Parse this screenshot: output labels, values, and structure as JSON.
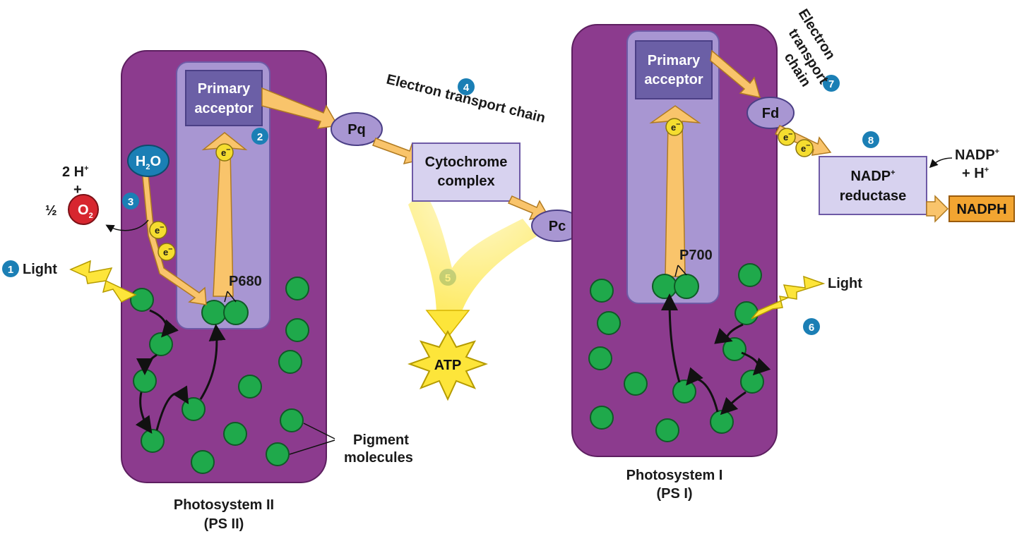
{
  "colors": {
    "photosystem_purple": "#8c3b8e",
    "reaction_center_lavender": "#a896d2",
    "primary_acceptor_box": "#6b5fa6",
    "complex_box": "#d7d2ef",
    "arrow_orange": "#f9c46b",
    "pigment_green": "#1fa94b",
    "step_badge_blue": "#1b7fb5",
    "electron_yellow": "#f5dd2f",
    "nadph_orange": "#f2a531",
    "atp_yellow": "#fde53a",
    "oxygen_red": "#d7262f"
  },
  "steps": {
    "s1": "1",
    "s2": "2",
    "s3": "3",
    "s4": "4",
    "s5": "5",
    "s6": "6",
    "s7": "7",
    "s8": "8"
  },
  "ps2": {
    "title_line1": "Photosystem II",
    "title_line2": "(PS II)",
    "primary_acceptor_line1": "Primary",
    "primary_acceptor_line2": "acceptor",
    "reaction_center": "P680",
    "water_main": "H",
    "water_sub": "2",
    "water_tail": "O",
    "hydrogen_ions_main": "2 H",
    "hydrogen_ions_sup": "+",
    "plus": "+",
    "half": "½",
    "oxygen_main": "O",
    "oxygen_sub": "2",
    "light_label": "Light",
    "electron_main": "e",
    "electron_sup": "–"
  },
  "etc1": {
    "label": "Electron transport chain",
    "pq": "Pq",
    "cytochrome_line1": "Cytochrome",
    "cytochrome_line2": "complex",
    "pc": "Pc",
    "atp": "ATP"
  },
  "ps1": {
    "title_line1": "Photosystem I",
    "title_line2": "(PS I)",
    "primary_acceptor_line1": "Primary",
    "primary_acceptor_line2": "acceptor",
    "reaction_center": "P700",
    "light_label": "Light"
  },
  "etc2": {
    "label_line1": "Electron",
    "label_line2": "transport",
    "label_line3": "chain",
    "fd": "Fd",
    "reductase_line1_main": "NADP",
    "reductase_line1_sup": "+",
    "reductase_line2": "reductase",
    "nadp_in_main": "NADP",
    "nadp_in_sup": "+",
    "h_in": "+ H",
    "h_in_sup": "+",
    "nadph": "NADPH"
  },
  "pigment_label_line1": "Pigment",
  "pigment_label_line2": "molecules"
}
